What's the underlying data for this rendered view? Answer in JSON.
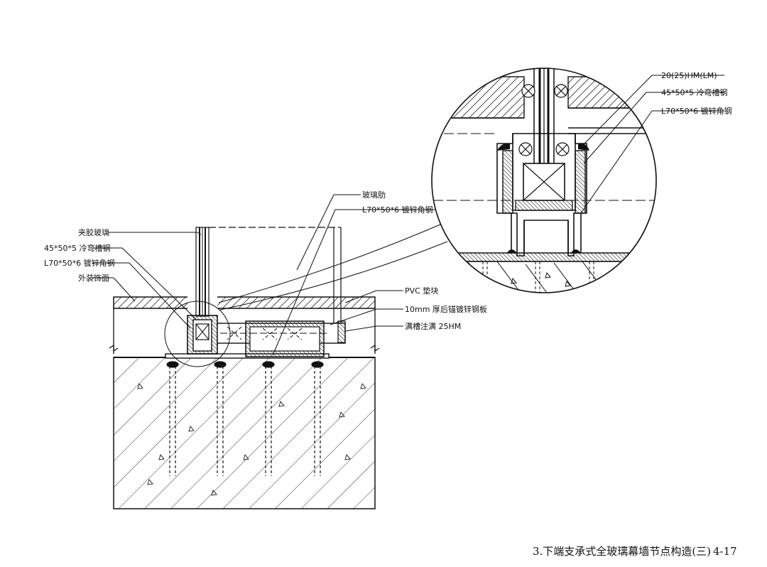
{
  "labels": {
    "left": {
      "clamp_glass": "夹胶玻璃",
      "steel_channel": "45*50*5 冷弯槽钢",
      "angle_steel": "L70*50*6 镀锌角钢",
      "exterior_finish": "外装饰面"
    },
    "top": {
      "glass_fin": "玻璃肋",
      "angle_steel": "L70*50*6 镀锌角钢"
    },
    "right": {
      "pvc_pad": "PVC 垫块",
      "steel_plate": "10mm 厚后锚镀锌钢板",
      "sealant": "满槽注满 25HM"
    },
    "detail": {
      "sealant": "20(25)HM(LM)",
      "steel_channel": "45*50*5 冷弯槽钢",
      "angle_steel": "L70*50*6 镀锌角钢"
    }
  },
  "caption": {
    "title": "3.下端支承式全玻璃幕墙节点构造(三)",
    "page": "4-17"
  }
}
